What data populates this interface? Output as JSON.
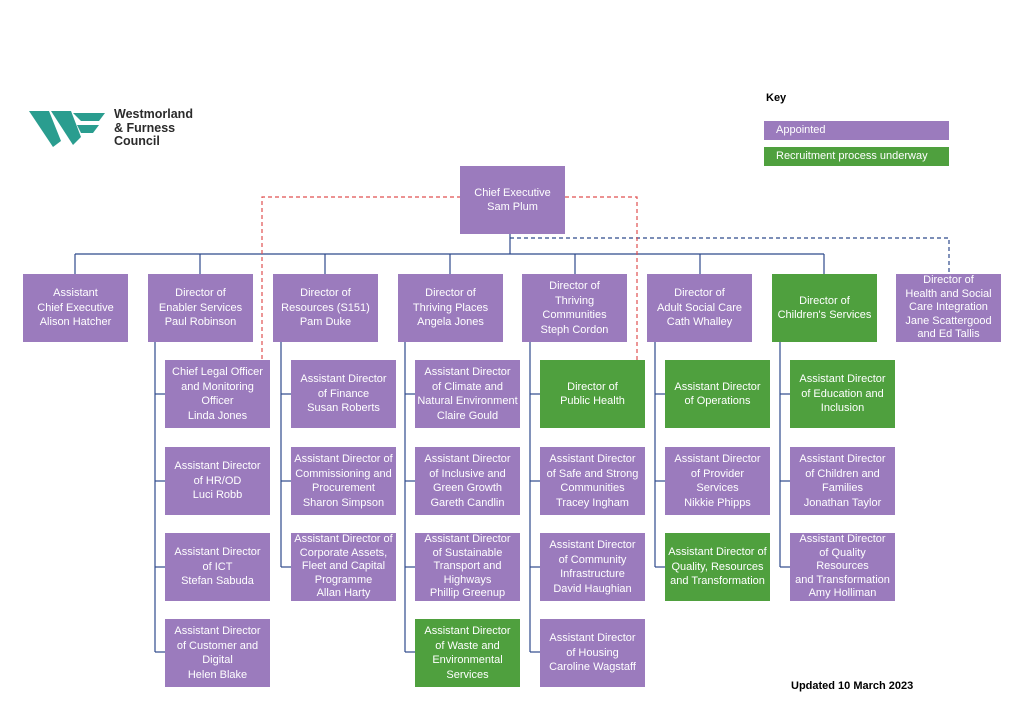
{
  "logo": {
    "lines": [
      "Westmorland",
      "& Furness",
      "Council"
    ]
  },
  "key": {
    "title": "Key",
    "items": [
      {
        "label": "Appointed",
        "color": "#9b7bbd"
      },
      {
        "label": "Recruitment process underway",
        "color": "#4fa03e"
      }
    ]
  },
  "chief": {
    "lines": [
      "Chief Executive",
      "Sam Plum"
    ],
    "status": "appointed"
  },
  "directors": [
    {
      "lines": [
        "Assistant",
        "Chief Executive",
        "Alison Hatcher"
      ],
      "status": "appointed"
    },
    {
      "lines": [
        "Director of",
        "Enabler Services",
        "Paul Robinson"
      ],
      "status": "appointed"
    },
    {
      "lines": [
        "Director of",
        "Resources (S151)",
        "Pam Duke"
      ],
      "status": "appointed"
    },
    {
      "lines": [
        "Director of",
        "Thriving Places",
        "Angela Jones"
      ],
      "status": "appointed"
    },
    {
      "lines": [
        "Director of",
        "Thriving",
        "Communities",
        "Steph Cordon"
      ],
      "status": "appointed"
    },
    {
      "lines": [
        "Director of",
        "Adult Social Care",
        "Cath Whalley"
      ],
      "status": "appointed"
    },
    {
      "lines": [
        "Director of",
        "Children's Services"
      ],
      "status": "recruiting"
    },
    {
      "lines": [
        "Director of",
        "Health and Social",
        "Care Integration",
        "Jane Scattergood",
        "and Ed Tallis"
      ],
      "status": "appointed"
    }
  ],
  "columns": [
    [
      {
        "lines": [
          "Chief Legal Officer",
          "and Monitoring",
          "Officer",
          "Linda Jones"
        ],
        "status": "appointed"
      },
      {
        "lines": [
          "Assistant Director",
          "of HR/OD",
          "Luci Robb"
        ],
        "status": "appointed"
      },
      {
        "lines": [
          "Assistant Director",
          "of ICT",
          "Stefan Sabuda"
        ],
        "status": "appointed"
      },
      {
        "lines": [
          "Assistant Director",
          "of Customer and",
          "Digital",
          "Helen Blake"
        ],
        "status": "appointed"
      }
    ],
    [
      {
        "lines": [
          "Assistant Director",
          "of Finance",
          "Susan Roberts"
        ],
        "status": "appointed"
      },
      {
        "lines": [
          "Assistant Director of",
          "Commissioning and",
          "Procurement",
          "Sharon Simpson"
        ],
        "status": "appointed"
      },
      {
        "lines": [
          "Assistant Director of",
          "Corporate Assets,",
          "Fleet and Capital",
          "Programme",
          "Allan Harty"
        ],
        "status": "appointed"
      }
    ],
    [
      {
        "lines": [
          "Assistant Director",
          "of Climate and",
          "Natural Environment",
          "Claire Gould"
        ],
        "status": "appointed"
      },
      {
        "lines": [
          "Assistant Director",
          "of Inclusive and",
          "Green Growth",
          "Gareth Candlin"
        ],
        "status": "appointed"
      },
      {
        "lines": [
          "Assistant Director",
          "of Sustainable",
          "Transport and",
          "Highways",
          "Phillip Greenup"
        ],
        "status": "appointed"
      },
      {
        "lines": [
          "Assistant Director",
          "of Waste and",
          "Environmental",
          "Services"
        ],
        "status": "recruiting"
      }
    ],
    [
      {
        "lines": [
          "Director of",
          "Public Health"
        ],
        "status": "recruiting"
      },
      {
        "lines": [
          "Assistant Director",
          "of Safe and Strong",
          "Communities",
          "Tracey Ingham"
        ],
        "status": "appointed"
      },
      {
        "lines": [
          "Assistant Director",
          "of Community",
          "Infrastructure",
          "David Haughian"
        ],
        "status": "appointed"
      },
      {
        "lines": [
          "Assistant Director",
          "of Housing",
          "Caroline Wagstaff"
        ],
        "status": "appointed"
      }
    ],
    [
      {
        "lines": [
          "Assistant Director",
          "of Operations"
        ],
        "status": "recruiting"
      },
      {
        "lines": [
          "Assistant Director",
          "of Provider",
          "Services",
          "Nikkie Phipps"
        ],
        "status": "appointed"
      },
      {
        "lines": [
          "Assistant Director of",
          "Quality, Resources",
          "and Transformation"
        ],
        "status": "recruiting"
      }
    ],
    [
      {
        "lines": [
          "Assistant Director",
          "of Education and",
          "Inclusion"
        ],
        "status": "recruiting"
      },
      {
        "lines": [
          "Assistant Director",
          "of Children and",
          "Families",
          "Jonathan Taylor"
        ],
        "status": "appointed"
      },
      {
        "lines": [
          "Assistant Director",
          "of Quality",
          "Resources",
          "and Transformation",
          "Amy Holliman"
        ],
        "status": "appointed"
      }
    ]
  ],
  "updated": "Updated 10 March 2023"
}
